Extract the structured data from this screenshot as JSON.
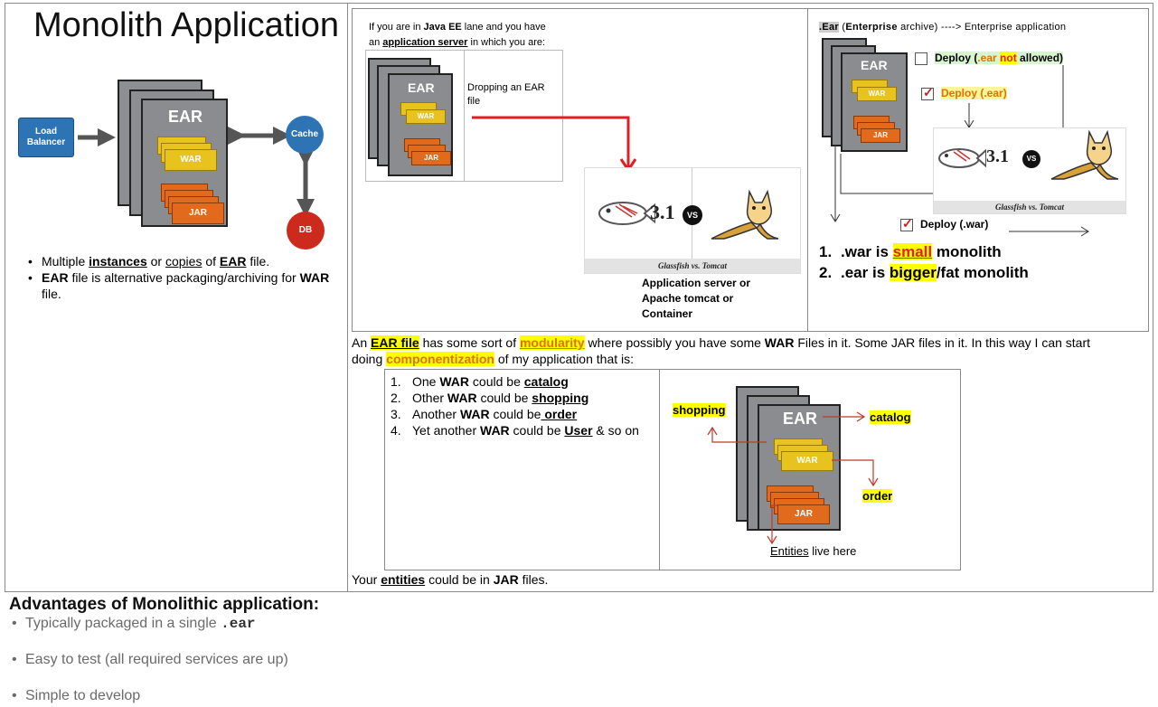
{
  "left_panel": {
    "title": "Monolith Application",
    "load_balancer": "Load Balancer",
    "cache": "Cache",
    "db": "DB",
    "ear": "EAR",
    "war": "WAR",
    "jar": "JAR",
    "bullet1": {
      "p1": "Multiple ",
      "p2": "instances",
      "p3": " or ",
      "p4": "copies",
      "p5": " of ",
      "p6": "EAR",
      "p7": " file."
    },
    "bullet2": {
      "p1": "EAR",
      "p2": " file is alternative packaging/archiving for ",
      "p3": "WAR",
      "p4": " file."
    }
  },
  "middle_panel": {
    "intro": {
      "p1": "If you are in ",
      "p2": "Java EE",
      "p3": " lane and you have",
      "p4": "an ",
      "p5": "application server",
      "p6": " in which you are:"
    },
    "drop_text": "Dropping an EAR file",
    "ear": "EAR",
    "war": "WAR",
    "jar": "JAR",
    "version": "3.1",
    "vs": "VS",
    "caption": "Glassfish vs. Tomcat",
    "server_text": {
      "l1": "Application server or",
      "l2": "Apache tomcat  or",
      "l3": "Container"
    }
  },
  "right_panel": {
    "header": {
      "p1": ".Ear",
      "p2": " (",
      "p3": "Enterprise",
      "p4": " archive) ----> Enterprise application"
    },
    "ear": "EAR",
    "war": "WAR",
    "jar": "JAR",
    "deploy1": {
      "p1": "Deploy (",
      "p2": ".ear",
      "p3": " ",
      "p4": "not",
      "p5": " allowed)"
    },
    "deploy2": "Deploy (.ear)",
    "deploy3": "Deploy (.war)",
    "version": "3.1",
    "vs": "VS",
    "caption": "Glassfish vs. Tomcat",
    "list": [
      {
        "n": "1.",
        "p1": ".war is ",
        "p2": "small",
        "p3": " monolith"
      },
      {
        "n": "2.",
        "p1": ".ear is ",
        "p2": "bigger",
        "p3": "/fat monolith"
      }
    ]
  },
  "ear_paragraph": {
    "p1": "An ",
    "p2": "EAR file",
    "p3": " has some sort of ",
    "p4": "modularity",
    "p5": " where possibly you have some ",
    "p6": "WAR",
    "p7": " Files in it. Some JAR files in it. In this way I can start",
    "p8": "doing ",
    "p9": "componentization",
    "p10": " of my application that is:"
  },
  "war_list": [
    {
      "n": "1.",
      "p1": "One ",
      "p2": "WAR",
      "p3": " could be ",
      "p4": "catalog",
      "p5": ""
    },
    {
      "n": "2.",
      "p1": "Other ",
      "p2": "WAR",
      "p3": " could be ",
      "p4": "shopping",
      "p5": ""
    },
    {
      "n": "3.",
      "p1": "Another ",
      "p2": "WAR",
      "p3": " could be",
      "p4": " order",
      "p5": ""
    },
    {
      "n": "4.",
      "p1": "Yet another ",
      "p2": "WAR",
      "p3": " could be ",
      "p4": "User",
      "p5": " & so on"
    }
  ],
  "module_diagram": {
    "shopping": "shopping",
    "catalog": "catalog",
    "order": "order",
    "ear": "EAR",
    "war": "WAR",
    "jar": "JAR",
    "entities": "Entities",
    "lives": " live here"
  },
  "entities_line": {
    "p1": "Your ",
    "p2": "entities",
    "p3": " could be in ",
    "p4": "JAR",
    "p5": " files."
  },
  "advantages": {
    "title": "Advantages of Monolithic application:",
    "item1": "Typically packaged in a single ",
    "item1_code": ".ear",
    "item2": "Easy to test (all required services are up)",
    "item3": "Simple to develop"
  },
  "colors": {
    "highlight": "#ffff00",
    "orange_text": "#e07000",
    "red_arrow": "#e02020",
    "lb_blue": "#2e74b5",
    "cache_blue": "#2e74b5",
    "db_red": "#cc2a1c",
    "war_yellow": "#e8c21e",
    "jar_orange": "#e26a1c"
  }
}
